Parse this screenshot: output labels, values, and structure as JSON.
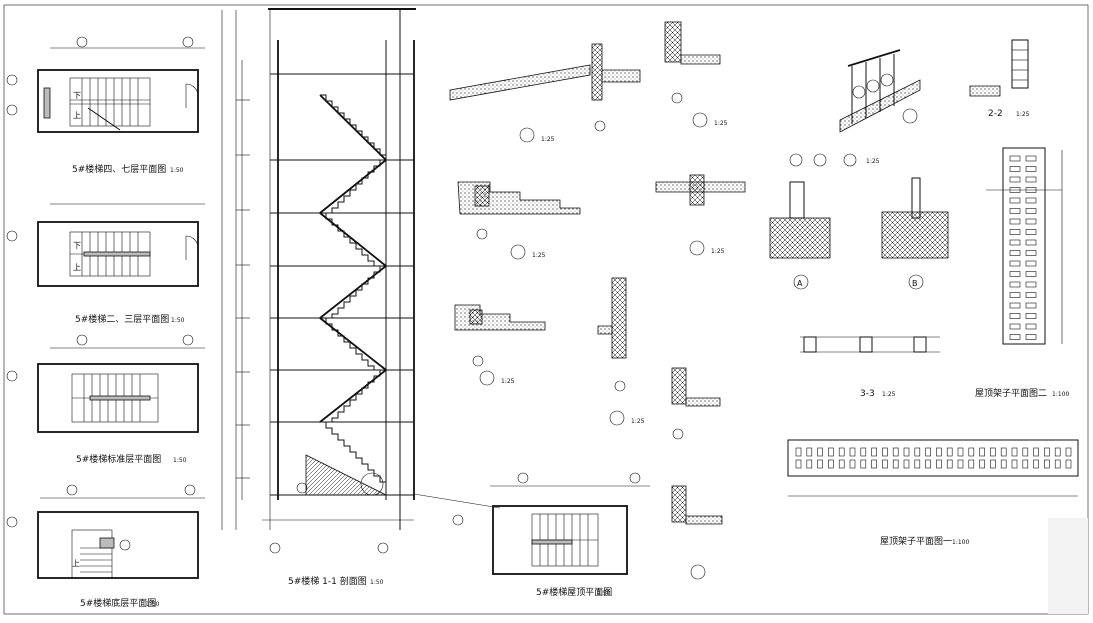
{
  "titles": {
    "plan_top": "5#楼梯四、七层平面图",
    "plan_23": "5#楼梯二、三层平面图",
    "plan_std": "5#楼梯标准层平面图",
    "plan_ground": "5#楼梯底层平面图",
    "section": "5#楼梯 1-1 剖面图",
    "plan_roof": "5#楼梯屋顶平面图",
    "detail_22": "2-2",
    "detail_33": "3-3",
    "ceiling_2": "屋顶架子平面图二",
    "ceiling_1": "屋顶架子平面图一",
    "detail_A": "A",
    "detail_B": "B"
  },
  "scales": {
    "s50": "1:50",
    "s25": "1:25",
    "s100": "1:100"
  },
  "labels": {
    "up": "上",
    "down": "下"
  }
}
